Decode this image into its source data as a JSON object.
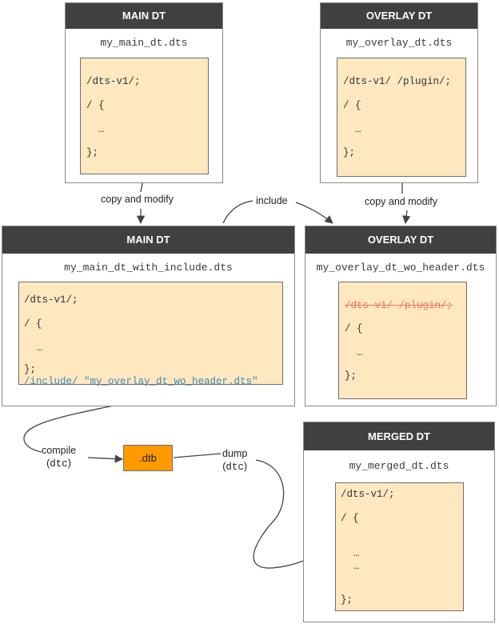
{
  "boxes": {
    "main_dt": {
      "title": "MAIN DT",
      "filename": "my_main_dt.dts",
      "lines": [
        "/dts-v1/;",
        "/ {",
        "…",
        "};"
      ]
    },
    "overlay_dt": {
      "title": "OVERLAY DT",
      "filename": "my_overlay_dt.dts",
      "lines": [
        "/dts-v1/ /plugin/;",
        "/ {",
        "…",
        "};"
      ]
    },
    "main_dt_include": {
      "title": "MAIN DT",
      "filename": "my_main_dt_with_include.dts",
      "lines": [
        "/dts-v1/;",
        "/ {",
        "…",
        "};"
      ],
      "include_directive": "/include/",
      "include_target": "\"my_overlay_dt_wo_header.dts\""
    },
    "overlay_dt_wo_header": {
      "title": "OVERLAY DT",
      "filename": "my_overlay_dt_wo_header.dts",
      "removed_line": "/dts-v1/ /plugin/;",
      "lines": [
        "/ {",
        "…",
        "};"
      ]
    },
    "merged_dt": {
      "title": "MERGED DT",
      "filename": "my_merged_dt.dts",
      "lines": [
        "/dts-v1/;",
        "/ {",
        "…",
        "…",
        "};"
      ]
    }
  },
  "labels": {
    "copy_modify_left": "copy and modify",
    "copy_modify_right": "copy and modify",
    "include": "include",
    "compile": "compile",
    "compile_tool": "dtc",
    "dump": "dump",
    "dump_tool": "dtc",
    "dtb": ".dtb"
  },
  "colors": {
    "header_bg": "#404040",
    "code_bg": "#ffe8c0",
    "dtb_fill": "#ff9a00",
    "include_text": "#3b8bbf",
    "strike_text": "#e8736b"
  }
}
